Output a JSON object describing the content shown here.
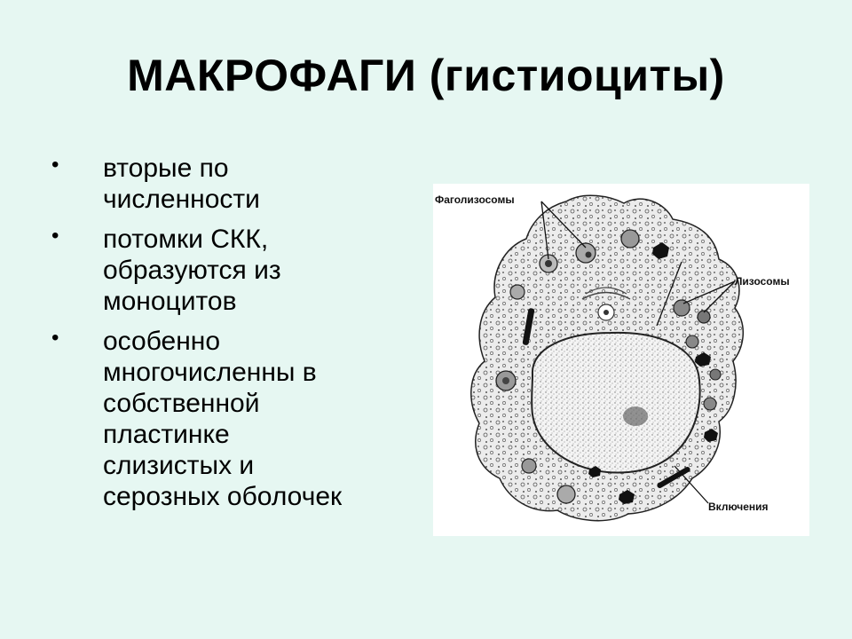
{
  "slide": {
    "title": "МАКРОФАГИ (гистиоциты)",
    "bullets": [
      {
        "marker": "•",
        "text": "вторые по\nчисленности"
      },
      {
        "marker": "•",
        "text": " потомки СКК,\nобразуются из\nмоноцитов"
      },
      {
        "marker": "•",
        "text": "особенно\nмногочисленны в\nсобственной\nпластинке\nслизистых и\nсерозных оболочек"
      }
    ]
  },
  "figure": {
    "labels": {
      "phagolysosomes": "Фаголизосомы",
      "lysosomes": "Лизосомы",
      "inclusions": "Включения"
    }
  },
  "colors": {
    "background": "#e6f7f2",
    "text": "#000000",
    "figure_background": "#ffffff"
  }
}
